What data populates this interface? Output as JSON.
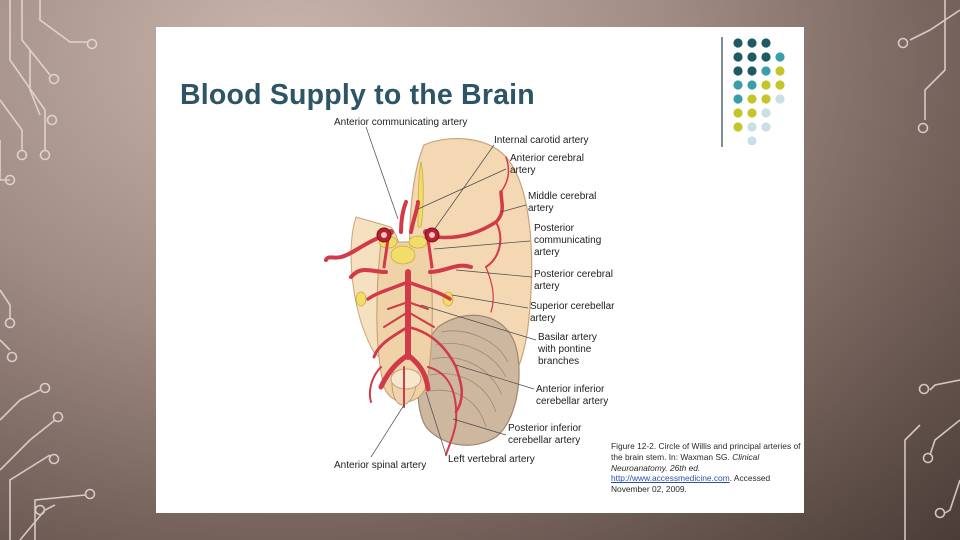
{
  "slide": {
    "title": "Blood Supply to the Brain"
  },
  "labels": {
    "anterior_communicating": "Anterior communicating artery",
    "internal_carotid": "Internal carotid artery",
    "anterior_cerebral": "Anterior cerebral artery",
    "middle_cerebral": "Middle cerebral artery",
    "posterior_communicating": "Posterior communicating artery",
    "posterior_cerebral": "Posterior cerebral artery",
    "superior_cerebellar": "Superior cerebellar artery",
    "basilar": "Basilar artery with pontine branches",
    "anterior_inferior_cerebellar": "Anterior inferior cerebellar artery",
    "posterior_inferior_cerebellar": "Posterior inferior cerebellar artery",
    "anterior_spinal": "Anterior spinal artery",
    "left_vertebral": "Left vertebral artery"
  },
  "caption": {
    "line1": "Figure 12-2. Circle of Willis and principal arteries of the brain stem. In: Waxman SG.",
    "citation": "Clinical Neuroanatomy. 26th ed.",
    "url": "http://www.accessmedicine.com",
    "accessed": ". Accessed November 02, 2009."
  },
  "colors": {
    "title": "#2d5566",
    "artery": "#d13a48",
    "brain_tissue": "#f3d8b3",
    "cerebellum": "#c9b39a",
    "nerve": "#f2dc6a",
    "dot_teal_dark": "#1f5a63",
    "dot_teal": "#3a9ea6",
    "dot_yellow": "#c4c52a",
    "dot_light": "#c8e0e4"
  }
}
